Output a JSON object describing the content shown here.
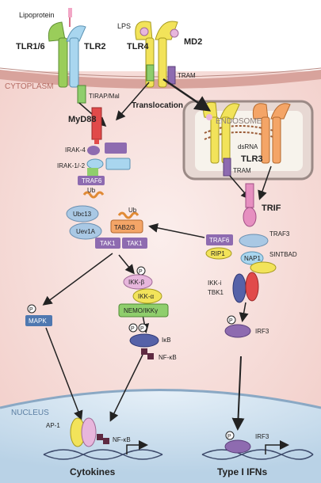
{
  "ligands": {
    "lipoprotein": "Lipoprotein",
    "lps": "LPS",
    "dsrna": "dsRNA"
  },
  "receptors": {
    "tlr16": "TLR1/6",
    "tlr2": "TLR2",
    "tlr4": "TLR4",
    "md2": "MD2",
    "tlr3": "TLR3"
  },
  "adaptors": {
    "tirap": "TIRAP/Mal",
    "tram": "TRAM",
    "tram_endo": "TRAM",
    "myd88": "MyD88",
    "trif": "TRIF"
  },
  "compartments": {
    "cytoplasm": "CYTOPLASM",
    "endosome": "ENDOSOME",
    "nucleus": "NUCLEUS"
  },
  "events": {
    "translocation": "Translocation"
  },
  "myd88_pathway": {
    "irak4": "IRAK-4",
    "irak12": "IRAK-1/-2",
    "traf6": "TRAF6",
    "ub1": "Ub",
    "ubc13": "Ubc13",
    "uev1a": "Uev1A",
    "ub2": "Ub",
    "tab23": "TAB2/3",
    "tak1a": "TAK1",
    "tak1b": "TAK1"
  },
  "trif_pathway": {
    "traf6": "TRAF6",
    "traf3": "TRAF3",
    "rip1": "RIP1",
    "nap1": "NAP1",
    "sintbad": "SINTBAD",
    "ikki": "IKK-i",
    "tbk1": "TBK1",
    "irf3": "IRF3"
  },
  "ikk_complex": {
    "beta": "IKK-β",
    "alpha": "IKK-α",
    "nemo": "NEMO/IKKγ"
  },
  "nfkb_module": {
    "ikb": "IκB",
    "nfkb": "NF-κB"
  },
  "mapk": "MAPK",
  "phospho": "P",
  "nuclear": {
    "ap1": "AP-1",
    "nfkb": "NF-κB",
    "irf3": "IRF3"
  },
  "outputs": {
    "cytokines": "Cytokines",
    "ifn": "Type I IFNs"
  },
  "colors": {
    "cytoplasm": "#f6d9d6",
    "membrane": "#d8a39c",
    "nucleus": "#cfe0ee",
    "tlr_green": "#9acd5a",
    "tlr_blue": "#a9d6ef",
    "tlr_yellow": "#f2e35a",
    "tlr_orange": "#f4a567",
    "myd88": "#e14a4a",
    "purple": "#8e6bb0",
    "ikk_pink": "#e7b6dc",
    "nemo_green": "#8fce6c",
    "mapk_blue": "#4f78b0",
    "trif_pink": "#e68fc0"
  }
}
